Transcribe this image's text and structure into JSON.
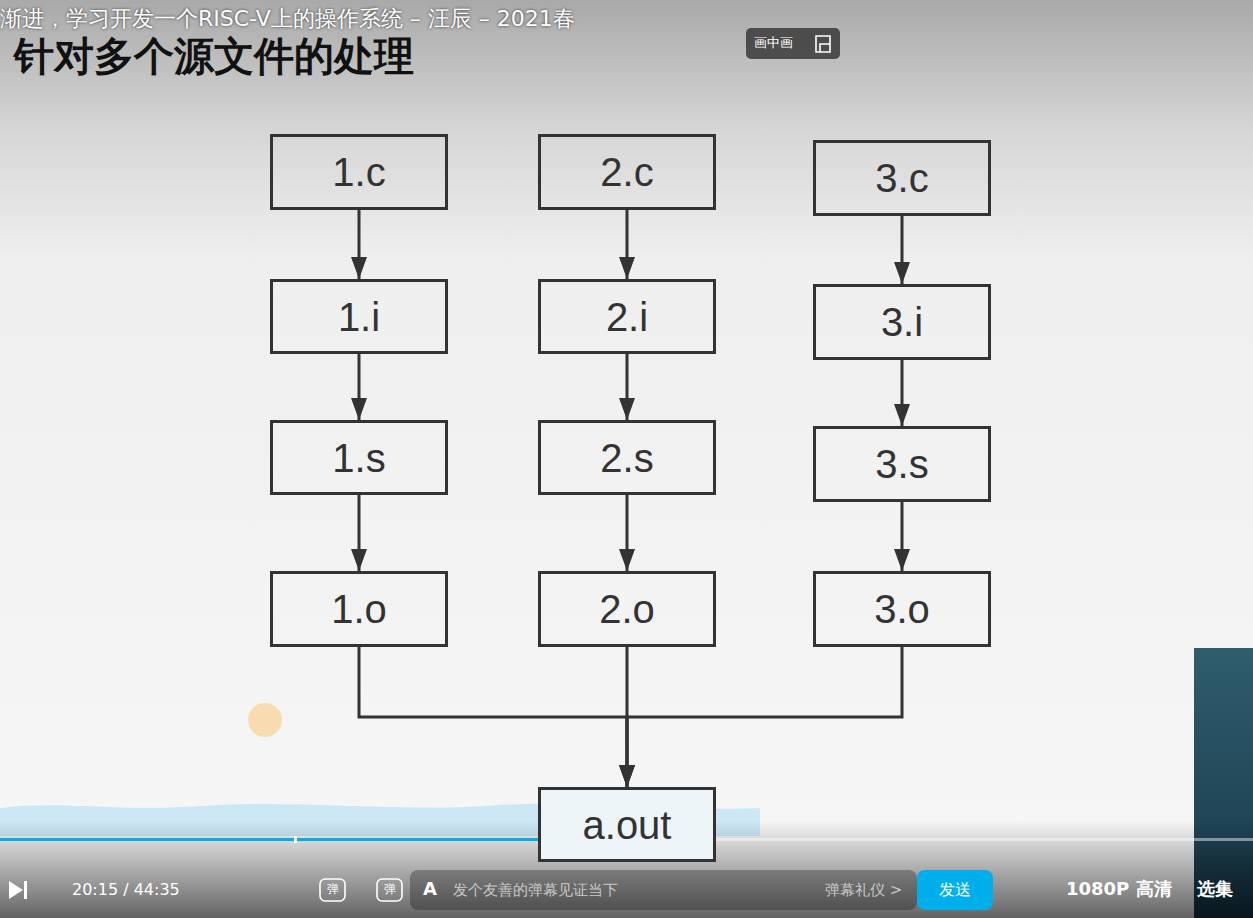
{
  "diagram": {
    "title": "针对多个源文件的处理",
    "nodes": [
      {
        "text": [
          "1.c"
        ]
      },
      {
        "text": [
          "2.c"
        ]
      },
      {
        "text": [
          "3.c"
        ]
      },
      {
        "text": [
          "1.i"
        ]
      },
      {
        "text": [
          "2.i"
        ]
      },
      {
        "text": [
          "3.i"
        ]
      },
      {
        "text": [
          "1.s"
        ]
      },
      {
        "text": [
          "2.s"
        ]
      },
      {
        "text": [
          "3.s"
        ]
      },
      {
        "text": [
          "1.o"
        ]
      },
      {
        "text": [
          "2.o"
        ]
      },
      {
        "text": [
          "3.o"
        ]
      },
      {
        "text": [
          "a.out"
        ]
      }
    ],
    "edges": [
      {
        "from": 0,
        "to": 3,
        "arrow": "to"
      },
      {
        "from": 3,
        "to": 6,
        "arrow": "to"
      },
      {
        "from": 6,
        "to": 9,
        "arrow": "to"
      },
      {
        "from": 1,
        "to": 4,
        "arrow": "to"
      },
      {
        "from": 4,
        "to": 7,
        "arrow": "to"
      },
      {
        "from": 7,
        "to": 10,
        "arrow": "to"
      },
      {
        "from": 2,
        "to": 5,
        "arrow": "to"
      },
      {
        "from": 5,
        "to": 8,
        "arrow": "to"
      },
      {
        "from": 8,
        "to": 11,
        "arrow": "to"
      },
      {
        "from": 9,
        "to": 12,
        "arrow": "to"
      },
      {
        "from": 10,
        "to": 12,
        "arrow": "to"
      },
      {
        "from": 11,
        "to": 12,
        "arrow": "to"
      }
    ],
    "labels": [
      "渐进，学习开发一个RISC-V上的操作系统 – 汪辰 – 2021春",
      "画中画",
      "20:15 / 44:35",
      "弹",
      "弹",
      "A",
      "发个友善的弹幕见证当下",
      "弹幕礼仪 >",
      "发送",
      "1080P 高清",
      "选集"
    ]
  }
}
